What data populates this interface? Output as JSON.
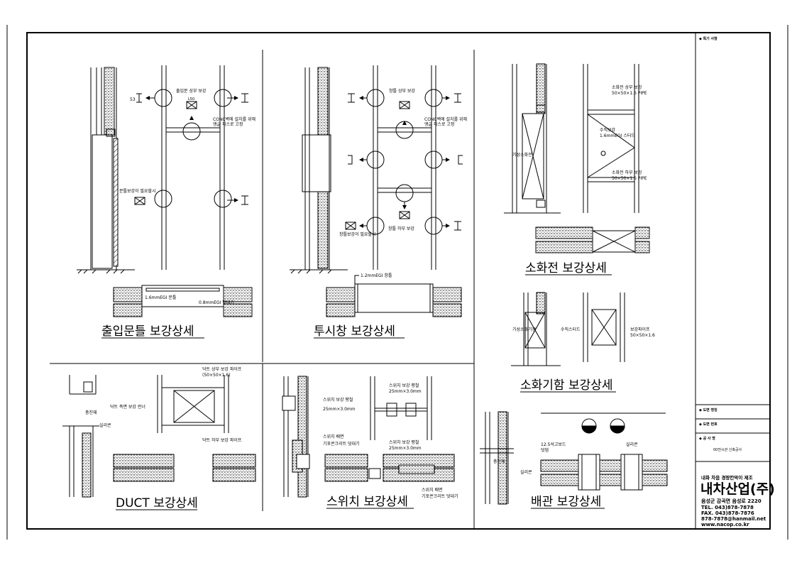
{
  "titles": {
    "door": "출입문틀 보강상세",
    "window": "투시창 보강상세",
    "hydrant": "소화전 보강상세",
    "cabinet": "소화기함 보강상세",
    "duct": "DUCT 보강상세",
    "switch": "스위치 보강상세",
    "pipe": "배관 보강상세"
  },
  "door_notes": {
    "top_reinf": "출입문 상부 보강",
    "conc_fix": "CONC벽에 설치를 위해",
    "conc_fix2": "앵글 피스로 고정",
    "req": "문틀보강이 필요할시",
    "frame1": "1.6mmEGI 문틀",
    "frame2": "0.8mmEGI 맞대기",
    "label53": "53"
  },
  "window_notes": {
    "top_reinf": "창틀 상부 보강",
    "conc_fix": "CONC벽에 설치를 위해",
    "conc_fix2": "앵글 피스로 고정",
    "bottom_reinf": "창틀 하부 보강",
    "req": "창틀보강이 필요할시",
    "frame": "1.2mmEGI 창틀"
  },
  "hydrant_notes": {
    "top": "소화전 상부 보강",
    "top_spec": "50×50×1.6 PIPE",
    "stud": "수직보강",
    "stud_spec": "1.6mmEGI 스터드",
    "bottom": "소화전 하부 보강",
    "bottom_spec": "50×50×1.6 PIPE",
    "box": "기성소화전"
  },
  "cabinet_notes": {
    "box": "기성소화기함",
    "stud": "수직스터드",
    "pipe": "보강파이프",
    "pipe_spec": "50×50×1.6"
  },
  "duct_notes": {
    "top": "닥트 상부 보강 파이프",
    "top_spec": "(50×50×1.6)",
    "side": "닥트 측면 보강 런너",
    "bottom": "닥트 하부 보강 파이프",
    "mat": "충진재",
    "seal": "실리콘"
  },
  "switch_notes": {
    "plate1": "스위치 보강 평철",
    "plate1_spec": "25mm×3.0mm",
    "plate2": "스위치 보강 평철",
    "plate2_spec": "25mm×3.0mm",
    "plate3": "스위치 보강 평철",
    "plate3_spec": "25mm×3.0mm",
    "back1": "스위치 배면",
    "back1b": "기포콘크리트 덧대기",
    "back2": "스위치 배면",
    "back2b": "기포콘크리트 덧대기"
  },
  "pipe_notes": {
    "board": "12.5석고보드",
    "board2": "덧댐",
    "seal": "실리콘",
    "mat": "충진재",
    "seal2": "실리콘"
  },
  "titleblock": {
    "notes": "◆ 특기 사항",
    "drawing_name": "◆ 도면 명칭",
    "drawing_no": "◆ 도면 번호",
    "project_label": "◆ 공 사 명",
    "project": "00전시관 신축공사",
    "tagline": "내화 차음 경량칸막이 제조",
    "company": "내차산업(주)",
    "address": "음성군 감곡면 음성로 2220",
    "tel": "TEL. 043)878-7878",
    "fax": "FAX. 043)878-7876",
    "email": "878-7878@hanmail.net",
    "web": "www.nacop.co.kr"
  }
}
